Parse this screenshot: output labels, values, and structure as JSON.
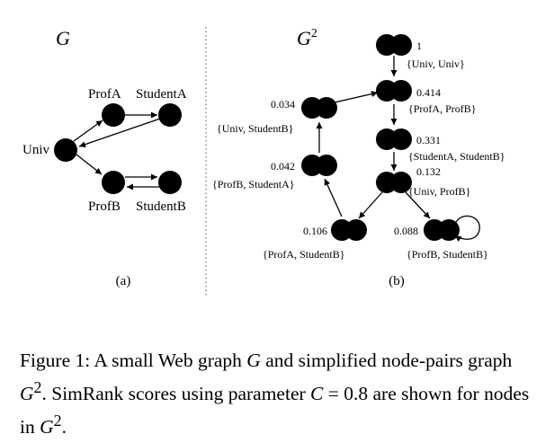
{
  "panel_a": {
    "title": "G",
    "nodes": {
      "profA": "ProfA",
      "studentA": "StudentA",
      "univ": "Univ",
      "profB": "ProfB",
      "studentB": "StudentB"
    },
    "sublabel": "(a)"
  },
  "panel_b": {
    "title": "G",
    "title_sup": "2",
    "nodes": [
      {
        "pair": "{Univ, Univ}",
        "score": "1"
      },
      {
        "pair": "{ProfA, ProfB}",
        "score": "0.414"
      },
      {
        "pair": "{StudentA, StudentB}",
        "score": "0.331"
      },
      {
        "pair": "{Univ, ProfB}",
        "score": "0.132"
      },
      {
        "pair": "{Univ, StudentB}",
        "score": "0.034"
      },
      {
        "pair": "{ProfB, StudentA}",
        "score": "0.042"
      },
      {
        "pair": "{ProfA, StudentB}",
        "score": "0.106"
      },
      {
        "pair": "{ProfB, StudentB}",
        "score": "0.088"
      }
    ],
    "sublabel": "(b)"
  },
  "caption": {
    "t1": "Figure 1:  A small Web graph ",
    "v1": "G",
    "t2": " and simplified node-pairs graph ",
    "v2": "G",
    "s2": "2",
    "t3": ".  SimRank scores using parameter ",
    "v3": "C",
    "t4": " = 0.8 are shown for nodes in ",
    "v4": "G",
    "s4": "2",
    "t5": "."
  }
}
